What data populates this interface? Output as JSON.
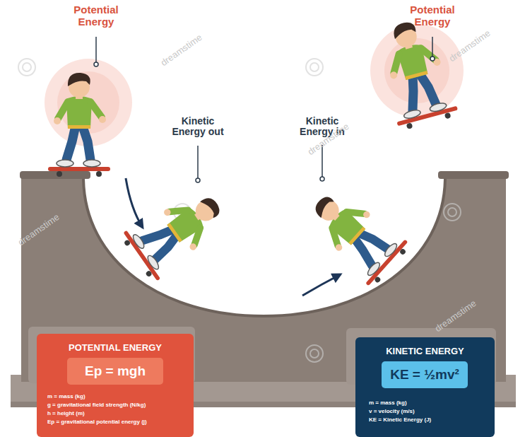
{
  "diagram": {
    "nodes": [
      {
        "text": [
          "POTENTIAL ENERGY",
          "m = mass (kg)",
          "g = gravitational field strength (N/kg)",
          "h = height (m)",
          "Ep = gravitational potential energy (j)"
        ]
      },
      {
        "text": [
          "Ep = mgh"
        ],
        "in": 0
      },
      {
        "text": [
          "KINETIC ENERGY",
          "m = mass (kg)",
          "v = velocity (m/s)",
          "KE = Kinetic Energy (J)"
        ]
      },
      {
        "text": [
          "KE = ½mv²"
        ],
        "in": 2
      }
    ],
    "labels": [
      "Potential Energy",
      "Kinetic Energy out",
      "Kinetic Energy in",
      "Potential Energy",
      "dreamstime",
      "dreamstime",
      "dreamstime",
      "dreamstime",
      "dreamstime"
    ]
  }
}
